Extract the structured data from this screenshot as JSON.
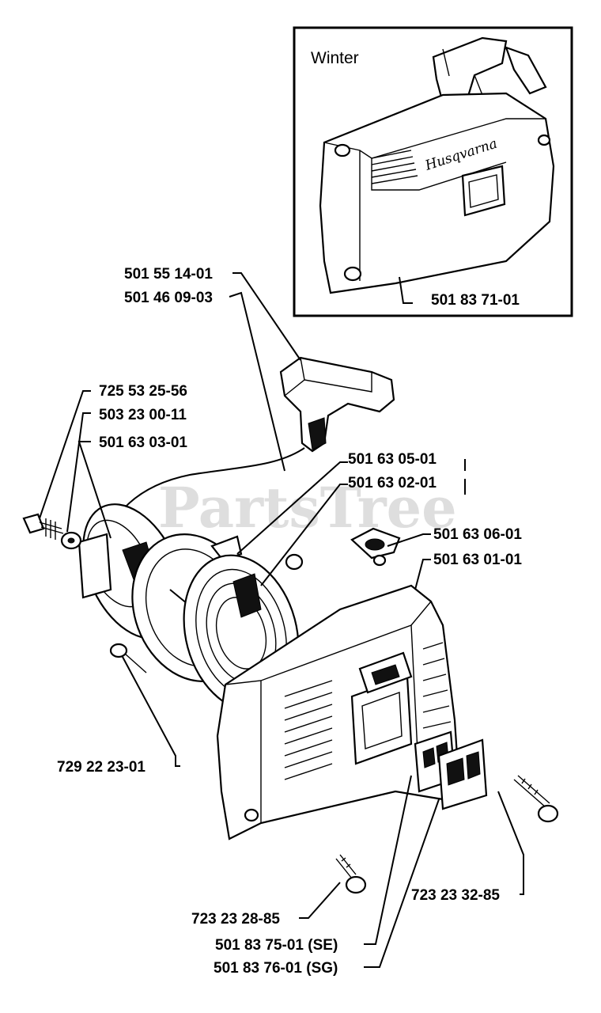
{
  "inset": {
    "title": "Winter",
    "brand": "Husqvarna",
    "part_number": "501 83 71-01"
  },
  "watermark": "PartsTree",
  "labels": {
    "starter_handle": "501 55 14-01",
    "starter_rope": "501 46 09-03",
    "screw_left": "725 53 25-56",
    "washer_left": "503 23 00-11",
    "pulley": "501 63 03-01",
    "spring_a": "501 63 05-01",
    "spring_b": "501 63 02-01",
    "guide": "501 63 06-01",
    "housing": "501 63 01-01",
    "pin": "729 22 23-01",
    "screw_right": "723 23 32-85",
    "screw_bottom": "723 23 28-85",
    "decal_se": "501 83 75-01 (SE)",
    "decal_sg": "501 83 76-01 (SG)"
  }
}
